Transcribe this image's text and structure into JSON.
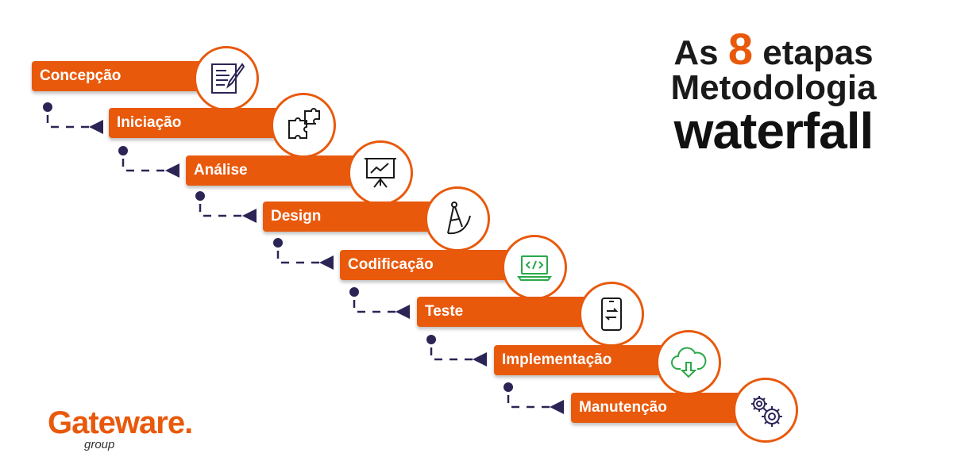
{
  "title": {
    "prefix": "As",
    "number": "8",
    "suffix": "etapas",
    "line2": "Metodologia",
    "line3": "waterfall"
  },
  "steps": [
    {
      "label": "Concepção",
      "icon": "document-pen-icon"
    },
    {
      "label": "Iniciação",
      "icon": "puzzle-icon"
    },
    {
      "label": "Análise",
      "icon": "presentation-chart-icon"
    },
    {
      "label": "Design",
      "icon": "compass-icon"
    },
    {
      "label": "Codificação",
      "icon": "laptop-code-icon"
    },
    {
      "label": "Teste",
      "icon": "mobile-sync-icon"
    },
    {
      "label": "Implementação",
      "icon": "cloud-download-icon"
    },
    {
      "label": "Manutenção",
      "icon": "gears-icon"
    }
  ],
  "logo": {
    "brand": "Gateware.",
    "sub": "group"
  },
  "colors": {
    "accent": "#e8590c",
    "connector": "#2b2556",
    "dark": "#1a1a1a",
    "green": "#2aa84a"
  }
}
